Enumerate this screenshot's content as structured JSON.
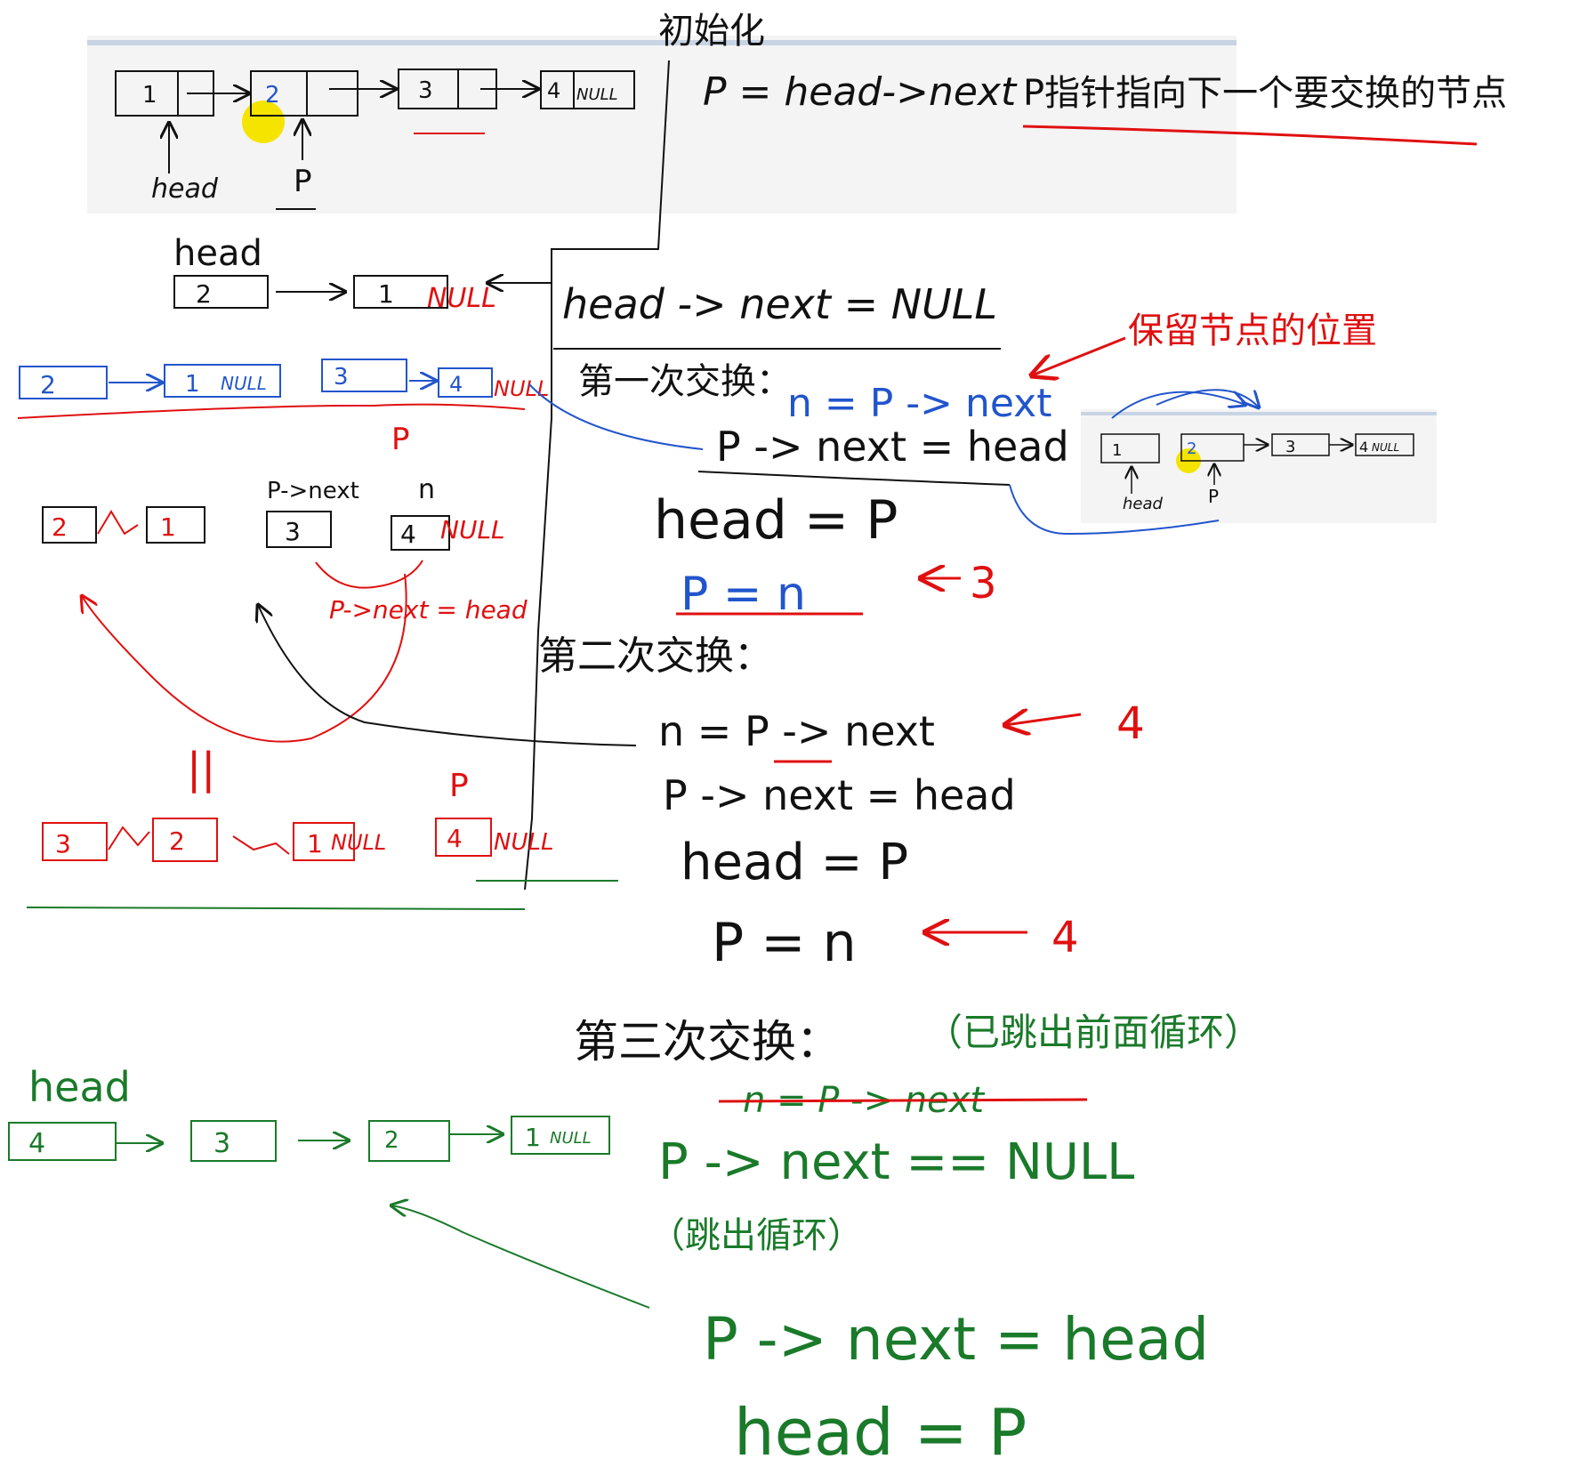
{
  "colors": {
    "black": "#111111",
    "red": "#e01010",
    "green": "#1a7a2a",
    "blue": "#2255cc",
    "highlight": "#f5e400",
    "screenshot_bg": "#f4f4f4"
  },
  "header": {
    "title": "初始化",
    "init_code": "P = head->next",
    "init_note": "P指针指向下一个要交换的节点"
  },
  "top_list": {
    "head_label": "head",
    "p_label": "P",
    "nodes": [
      "1",
      "2",
      "3",
      "4"
    ],
    "null_text": "NULL"
  },
  "step0": {
    "head_label": "head",
    "node_a": "2",
    "node_b": "1",
    "null_text": "NULL",
    "code": "head -> next = NULL"
  },
  "save_note": "保留节点的位置",
  "row_red": {
    "nodes": [
      "2",
      "1",
      "3",
      "4"
    ],
    "null_text": "NULL",
    "p_label": "P"
  },
  "swap1": {
    "title": "第一次交换：",
    "code1": "n = P -> next",
    "code2": "P -> next = head",
    "code3": "head = P",
    "code4": "P = n",
    "arrow_num": "3"
  },
  "mini_list": {
    "nodes": [
      "1",
      "2",
      "3",
      "4"
    ],
    "null_text": "NULL",
    "head_label": "head",
    "p_label": "P"
  },
  "diag2": {
    "nodes": [
      "2",
      "1",
      "3",
      "4"
    ],
    "null_text": "NULL",
    "label_pnext": "P->next",
    "label_n": "n",
    "label_assign": "P->next = head"
  },
  "swap2": {
    "title": "第二次交换：",
    "code1": "n = P -> next",
    "code2": "P -> next = head",
    "code3": "head = P",
    "code4": "P = n",
    "arrow_num1": "4",
    "arrow_num2": "4"
  },
  "row_red2": {
    "nodes": [
      "3",
      "2",
      "1",
      "4"
    ],
    "null_text": "NULL",
    "p_label": "P",
    "between": "||"
  },
  "swap3": {
    "title": "第三次交换：",
    "note": "（已跳出前面循环）",
    "struck": "n = P -> next",
    "cond": "P -> next == NULL",
    "cond_note": "（跳出循环）",
    "code1": "P -> next = head",
    "code2": "head = P"
  },
  "final_list": {
    "head_label": "head",
    "nodes": [
      "4",
      "3",
      "2",
      "1"
    ],
    "null_text": "NULL"
  }
}
